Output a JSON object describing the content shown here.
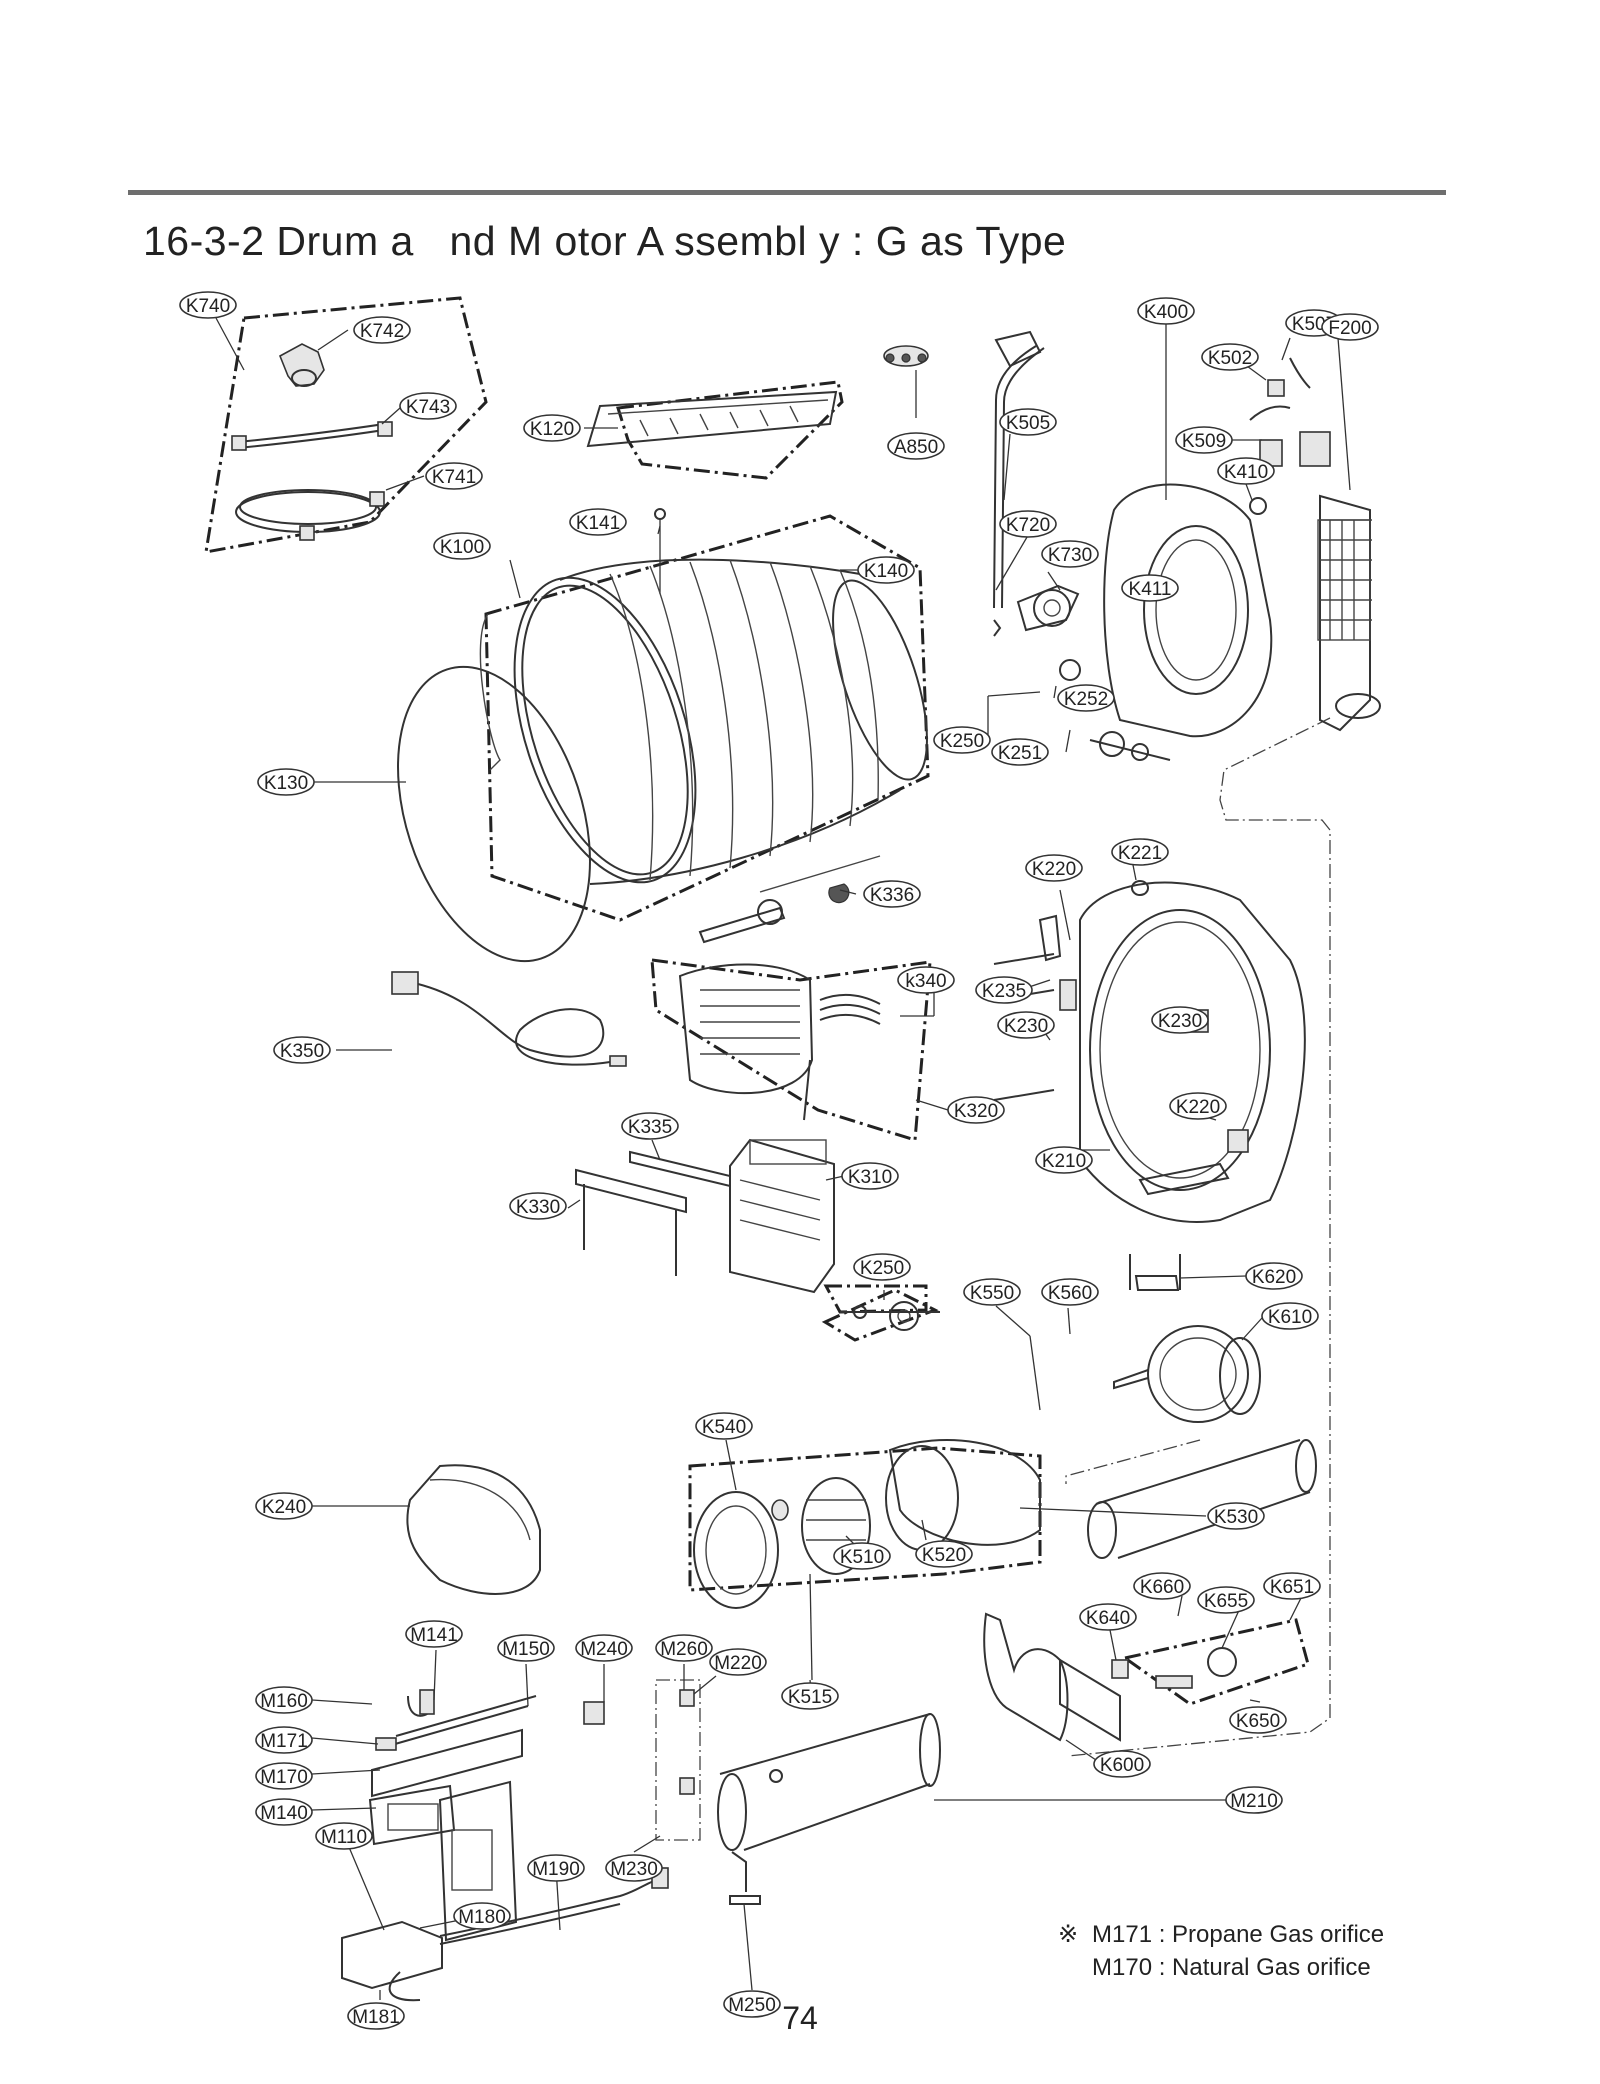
{
  "title": "16-3-2 Drum a   nd M otor A ssembl y : G as Type",
  "notes": {
    "mark": "※",
    "line1": "M171 : Propane Gas orifice",
    "line2": "M170 : Natural Gas orifice"
  },
  "page_number": "74",
  "callouts": [
    {
      "id": "k740",
      "label": "K740"
    },
    {
      "id": "k742",
      "label": "K742"
    },
    {
      "id": "k743",
      "label": "K743"
    },
    {
      "id": "k741",
      "label": "K741"
    },
    {
      "id": "k120",
      "label": "K120"
    },
    {
      "id": "a850",
      "label": "A850"
    },
    {
      "id": "k505",
      "label": "K505"
    },
    {
      "id": "k400",
      "label": "K400"
    },
    {
      "id": "k507",
      "label": "K507"
    },
    {
      "id": "f200",
      "label": "F200"
    },
    {
      "id": "k502",
      "label": "K502"
    },
    {
      "id": "k509",
      "label": "K509"
    },
    {
      "id": "k410",
      "label": "K410"
    },
    {
      "id": "k141",
      "label": "K141"
    },
    {
      "id": "k100",
      "label": "K100"
    },
    {
      "id": "k140",
      "label": "K140"
    },
    {
      "id": "k720",
      "label": "K720"
    },
    {
      "id": "k730",
      "label": "K730"
    },
    {
      "id": "k411",
      "label": "K411"
    },
    {
      "id": "k252",
      "label": "K252"
    },
    {
      "id": "k250a",
      "label": "K250"
    },
    {
      "id": "k251",
      "label": "K251"
    },
    {
      "id": "k130",
      "label": "K130"
    },
    {
      "id": "k221",
      "label": "K221"
    },
    {
      "id": "k220a",
      "label": "K220"
    },
    {
      "id": "k336",
      "label": "K336"
    },
    {
      "id": "k340",
      "label": "k340"
    },
    {
      "id": "k235",
      "label": "K235"
    },
    {
      "id": "k230a",
      "label": "K230"
    },
    {
      "id": "k230b",
      "label": "K230"
    },
    {
      "id": "k350",
      "label": "K350"
    },
    {
      "id": "k320",
      "label": "K320"
    },
    {
      "id": "k220b",
      "label": "K220"
    },
    {
      "id": "k335",
      "label": "K335"
    },
    {
      "id": "k210",
      "label": "K210"
    },
    {
      "id": "k310",
      "label": "K310"
    },
    {
      "id": "k330",
      "label": "K330"
    },
    {
      "id": "k250b",
      "label": "K250"
    },
    {
      "id": "k550",
      "label": "K550"
    },
    {
      "id": "k560",
      "label": "K560"
    },
    {
      "id": "k620",
      "label": "K620"
    },
    {
      "id": "k610",
      "label": "K610"
    },
    {
      "id": "k540",
      "label": "K540"
    },
    {
      "id": "k240",
      "label": "K240"
    },
    {
      "id": "k530",
      "label": "K530"
    },
    {
      "id": "k510",
      "label": "K510"
    },
    {
      "id": "k520",
      "label": "K520"
    },
    {
      "id": "k660",
      "label": "K660"
    },
    {
      "id": "k655",
      "label": "K655"
    },
    {
      "id": "k651",
      "label": "K651"
    },
    {
      "id": "k640",
      "label": "K640"
    },
    {
      "id": "m141",
      "label": "M141"
    },
    {
      "id": "m150",
      "label": "M150"
    },
    {
      "id": "m240",
      "label": "M240"
    },
    {
      "id": "m260",
      "label": "M260"
    },
    {
      "id": "m220",
      "label": "M220"
    },
    {
      "id": "k515",
      "label": "K515"
    },
    {
      "id": "m160",
      "label": "M160"
    },
    {
      "id": "k650",
      "label": "K650"
    },
    {
      "id": "m171",
      "label": "M171"
    },
    {
      "id": "k600",
      "label": "K600"
    },
    {
      "id": "m170",
      "label": "M170"
    },
    {
      "id": "m140",
      "label": "M140"
    },
    {
      "id": "m210",
      "label": "M210"
    },
    {
      "id": "m110",
      "label": "M110"
    },
    {
      "id": "m230",
      "label": "M230"
    },
    {
      "id": "m190",
      "label": "M190"
    },
    {
      "id": "m180",
      "label": "M180"
    },
    {
      "id": "m250",
      "label": "M250"
    },
    {
      "id": "m181",
      "label": "M181"
    }
  ]
}
